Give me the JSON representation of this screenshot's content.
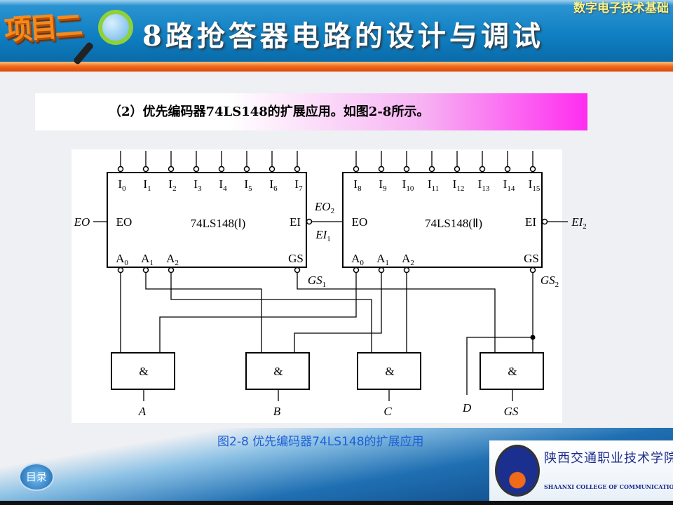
{
  "header": {
    "project": "项目二",
    "title": "8路抢答器电路的设计与调试",
    "course": "数字电子技术基础"
  },
  "heading": "（2）优先编码器74LS148的扩展应用。如图2-8所示。",
  "diagram": {
    "chip1": {
      "name": "74LS148(Ⅰ)",
      "inputs": [
        "0",
        "1",
        "2",
        "3",
        "4",
        "5",
        "6",
        "7"
      ],
      "eo": "EO",
      "ei": "EI",
      "outputs": [
        "0",
        "1",
        "2"
      ],
      "gs": "GS"
    },
    "chip2": {
      "name": "74LS148(Ⅱ)",
      "inputs": [
        "8",
        "9",
        "10",
        "11",
        "12",
        "13",
        "14",
        "15"
      ],
      "eo": "EO",
      "ei": "EI",
      "outputs": [
        "0",
        "1",
        "2"
      ],
      "gs": "GS"
    },
    "eo_label": "EO",
    "eo2": "2",
    "ei1": "1",
    "ei2": "2",
    "gs1": "1",
    "gs2": "2",
    "gate": "&",
    "gate_outputs": [
      "A",
      "B",
      "C",
      "GS"
    ],
    "d_label": "D"
  },
  "caption": "图2-8 优先编码器74LS148的扩展应用",
  "nav": {
    "toc": "目录"
  },
  "logo": {
    "cn": "陕西交通职业技术学院",
    "en": "SHAANXI COLLEGE OF COMMUNICATION TECHNOLOGY"
  }
}
